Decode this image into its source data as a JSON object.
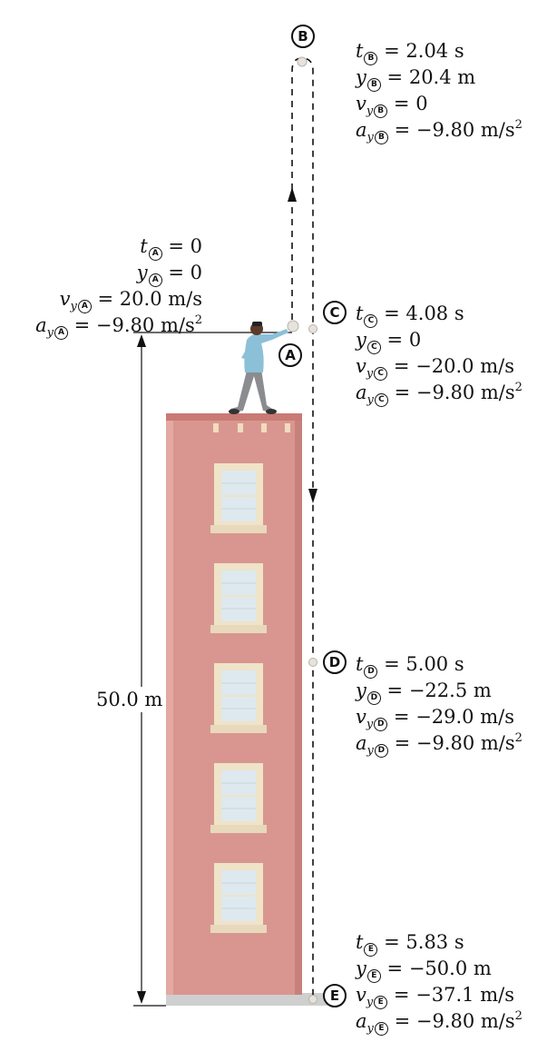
{
  "points": [
    {
      "id": "A",
      "label": "A",
      "t": "0",
      "y": "0",
      "vy": "20.0 m/s",
      "ay": "−9.80 m/s",
      "ay_exp": "2"
    },
    {
      "id": "B",
      "label": "B",
      "t": "2.04 s",
      "y": "20.4 m",
      "vy": "0",
      "ay": "−9.80 m/s",
      "ay_exp": "2"
    },
    {
      "id": "C",
      "label": "C",
      "t": "4.08 s",
      "y": "0",
      "vy": "−20.0 m/s",
      "ay": "−9.80 m/s",
      "ay_exp": "2"
    },
    {
      "id": "D",
      "label": "D",
      "t": "5.00 s",
      "y": "−22.5 m",
      "vy": "−29.0 m/s",
      "ay": "−9.80 m/s",
      "ay_exp": "2"
    },
    {
      "id": "E",
      "label": "E",
      "t": "5.83 s",
      "y": "−50.0 m",
      "vy": "−37.1 m/s",
      "ay": "−9.80 m/s",
      "ay_exp": "2"
    }
  ],
  "symbols": {
    "t": "t",
    "y": "y",
    "v": "v",
    "a": "a",
    "sub_y": "y",
    "equals": " = "
  },
  "building_height": "50.0 m",
  "colors": {
    "building": "#d99690",
    "building_roof": "#c97a74",
    "window_frame": "#efe3c8",
    "window_glass": "#dde9ef",
    "ground": "#c8c8c8",
    "shirt": "#8cc0d8",
    "pants": "#8a8c90",
    "ball": "#e6e2dc"
  }
}
